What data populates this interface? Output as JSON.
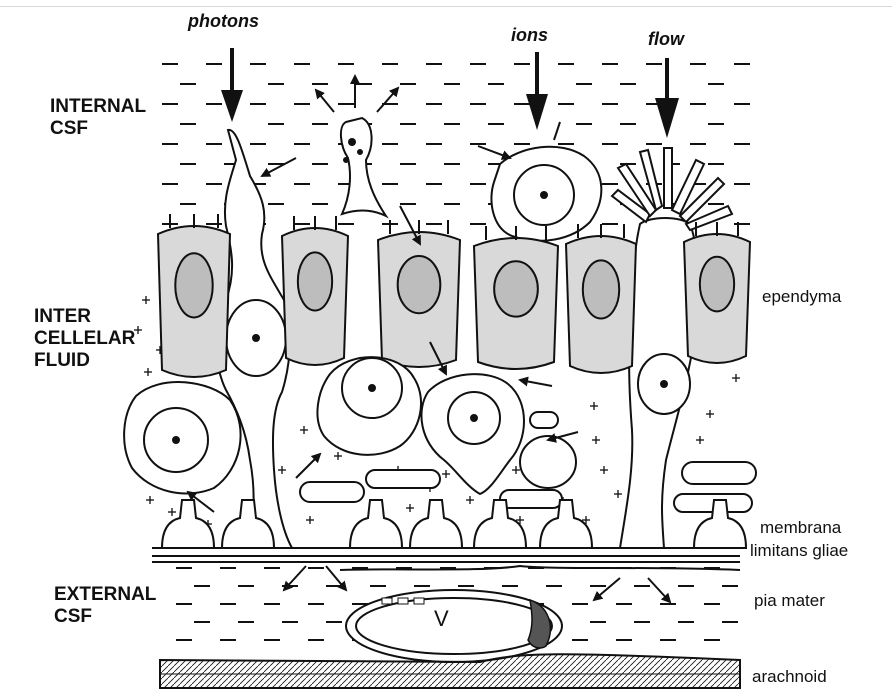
{
  "labels": {
    "photons": "photons",
    "ions": "ions",
    "flow": "flow",
    "internal_csf": "INTERNAL\nCSF",
    "intercellular_fluid": "INTER\nCELLELAR\nFLUID",
    "external_csf": "EXTERNAL\nCSF",
    "ependyma": "ependyma",
    "membrana": "membrana",
    "limitans_gliae": "limitans gliae",
    "pia_mater": "pia mater",
    "arachnoid": "arachnoid",
    "vessel": "V"
  },
  "colors": {
    "ink": "#111111",
    "cell_shade": "#d9d9d9",
    "nucleus_shade": "#bdbdbd",
    "background": "#ffffff"
  }
}
